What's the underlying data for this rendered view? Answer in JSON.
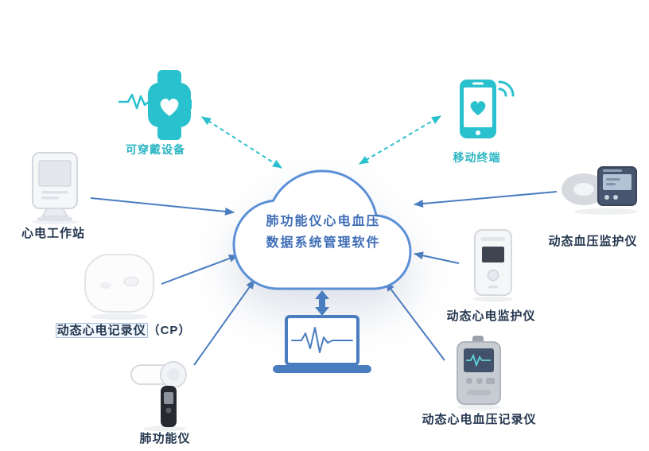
{
  "cloud": {
    "line1": "肺功能仪心电血压",
    "line2": "数据系统管理软件"
  },
  "nodes": {
    "wearable": {
      "label": "可穿戴设备",
      "icon": "smartwatch-heart-icon"
    },
    "mobile": {
      "label": "移动终端",
      "icon": "smartphone-heart-wifi-icon"
    },
    "ecg_workstation": {
      "label": "心电工作站",
      "icon": "ecg-workstation-device"
    },
    "holter_recorder": {
      "label_boxed": "动态心电记录仪",
      "label_suffix": "（CP）",
      "icon": "holter-recorder-device"
    },
    "spirometer": {
      "label": "肺功能仪",
      "icon": "spirometer-device"
    },
    "abp_monitor": {
      "label": "动态血压监护仪",
      "icon": "abp-monitor-device"
    },
    "ecg_monitor": {
      "label": "动态心电监护仪",
      "icon": "ecg-monitor-device"
    },
    "ecg_bp_recorder": {
      "label": "动态心电血压记录仪",
      "icon": "ecg-bp-recorder-device"
    },
    "management_terminal": {
      "icon": "laptop-ecg-icon"
    }
  },
  "connections": [
    {
      "from": "wearable",
      "to": "cloud",
      "style": "dashed",
      "bidirectional": true
    },
    {
      "from": "mobile",
      "to": "cloud",
      "style": "dashed",
      "bidirectional": true
    },
    {
      "from": "ecg_workstation",
      "to": "cloud",
      "style": "solid",
      "bidirectional": false
    },
    {
      "from": "holter_recorder",
      "to": "cloud",
      "style": "solid",
      "bidirectional": false
    },
    {
      "from": "spirometer",
      "to": "cloud",
      "style": "solid",
      "bidirectional": false
    },
    {
      "from": "abp_monitor",
      "to": "cloud",
      "style": "solid",
      "bidirectional": false
    },
    {
      "from": "ecg_monitor",
      "to": "cloud",
      "style": "solid",
      "bidirectional": false
    },
    {
      "from": "ecg_bp_recorder",
      "to": "cloud",
      "style": "solid",
      "bidirectional": false
    },
    {
      "from": "cloud",
      "to": "management_terminal",
      "style": "thick",
      "bidirectional": true
    }
  ],
  "colors": {
    "teal": "#29c1cd",
    "blue": "#4a7dc0",
    "cloud_stroke": "#5b8fd6",
    "cloud_text": "#3f6db6",
    "label": "#263850"
  }
}
